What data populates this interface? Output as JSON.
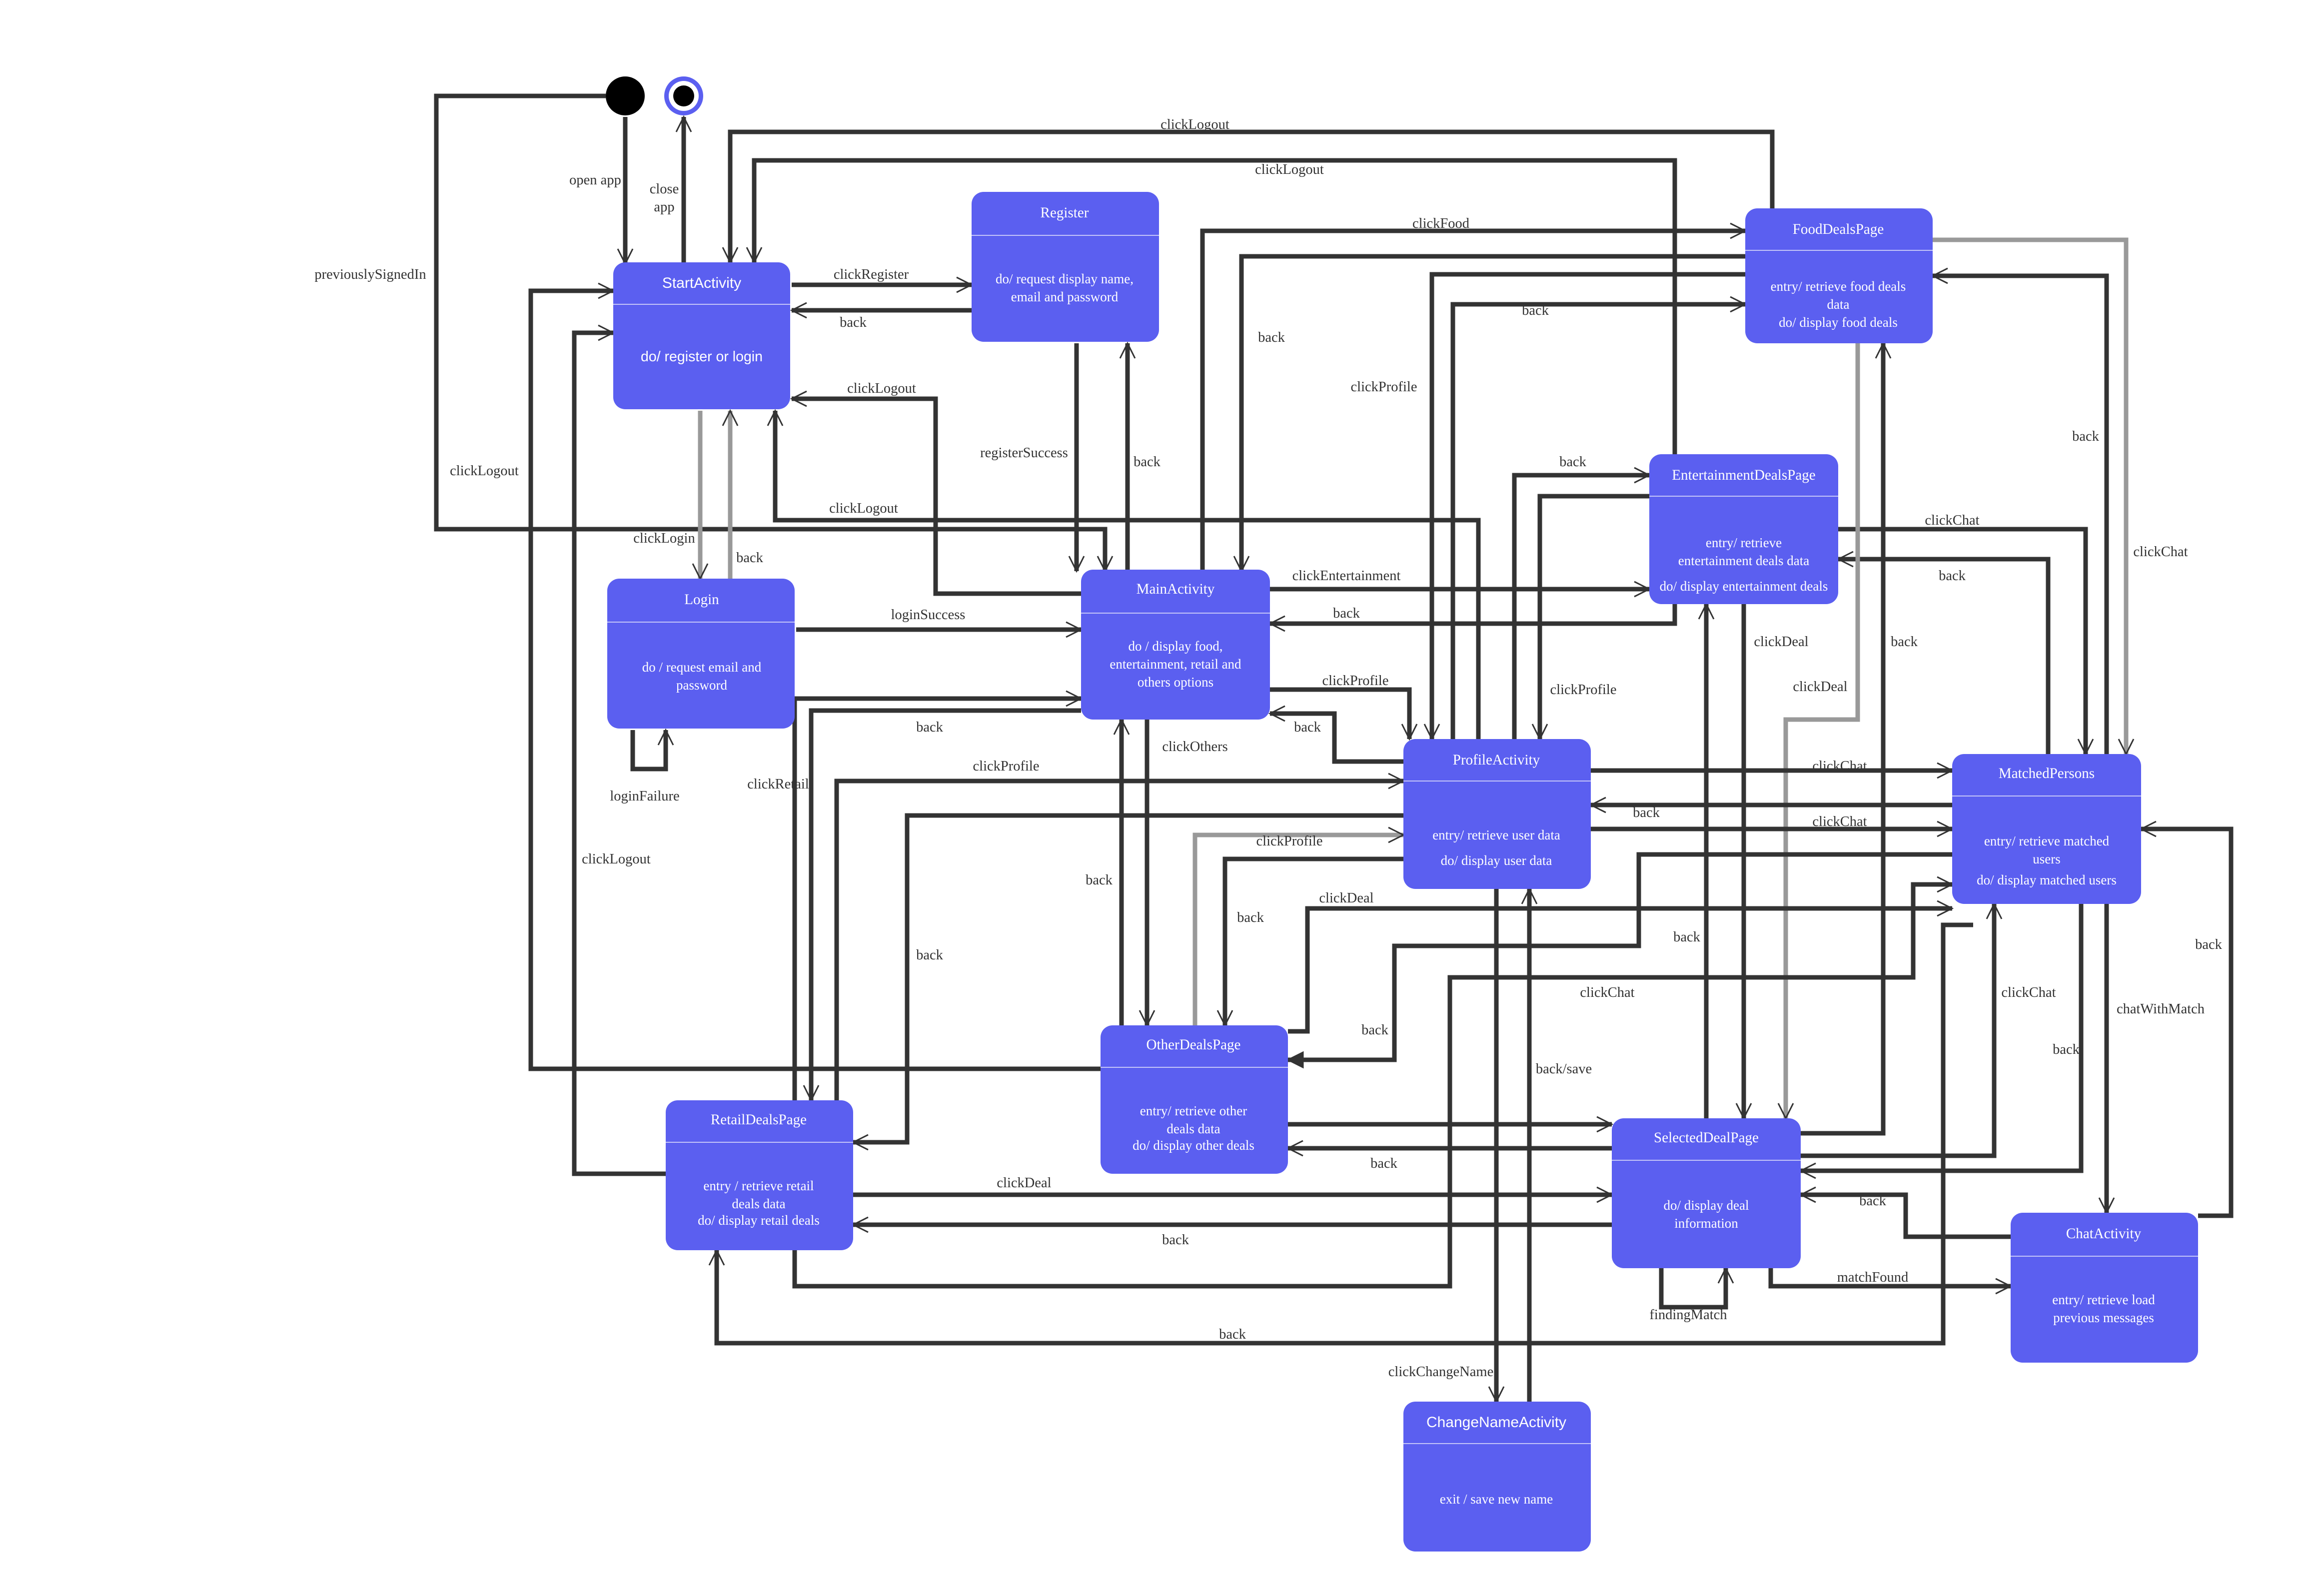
{
  "diagram": {
    "colors": {
      "state_fill": "#5b5ff0",
      "state_text": "#ffffff",
      "edge": "#333333",
      "edge_light": "#999999"
    },
    "pseudo_states": {
      "initial": "filled-circle",
      "final": "bullseye-circle"
    },
    "states": {
      "start": {
        "title": "StartActivity",
        "body": [
          "do/ register or login"
        ]
      },
      "register": {
        "title": "Register",
        "body": [
          "do/ request display name,",
          "email and password"
        ]
      },
      "login": {
        "title": "Login",
        "body": [
          "do / request email and",
          "password"
        ]
      },
      "main": {
        "title": "MainActivity",
        "body": [
          "do / display food,",
          "entertainment, retail and",
          "others options"
        ]
      },
      "food": {
        "title": "FoodDealsPage",
        "body": [
          "entry/  retrieve food deals",
          "data",
          "do/ display food deals"
        ]
      },
      "entertainment": {
        "title": "EntertainmentDealsPage",
        "body": [
          "entry/  retrieve",
          "entertainment deals data",
          "do/ display entertainment deals"
        ]
      },
      "profile": {
        "title": "ProfileActivity",
        "body": [
          "entry/ retrieve user data",
          "do/ display user data"
        ]
      },
      "matched": {
        "title": "MatchedPersons",
        "body": [
          "entry/  retrieve matched",
          "users",
          "do/ display matched users"
        ]
      },
      "other": {
        "title": "OtherDealsPage",
        "body": [
          "entry/  retrieve other",
          "deals data",
          "do/ display other deals"
        ]
      },
      "retail": {
        "title": "RetailDealsPage",
        "body": [
          "entry /  retrieve retail",
          "deals data",
          "do/ display retail deals"
        ]
      },
      "selected": {
        "title": "SelectedDealPage",
        "body": [
          "do/ display deal",
          "information"
        ]
      },
      "chat": {
        "title": "ChatActivity",
        "body": [
          "entry/  retrieve load",
          "previous messages"
        ]
      },
      "change_name": {
        "title": "ChangeNameActivity",
        "body": [
          "exit / save new name"
        ]
      }
    },
    "transition_labels": {
      "open_app": "open app",
      "close_app": [
        "close",
        "app"
      ],
      "previously_signed_in": "previouslySignedIn",
      "click_logout_top": "clickLogout",
      "click_logout_top2": "clickLogout",
      "click_register": "clickRegister",
      "register_back": "back",
      "click_food": "clickFood",
      "food_back_to_main": "back",
      "food_back": "back",
      "click_profile_food": "clickProfile",
      "click_logout_start": "clickLogout",
      "register_success": "registerSuccess",
      "register_back2": "back",
      "click_logout_left": "clickLogout",
      "click_logout_main": "clickLogout",
      "click_login": "clickLogin",
      "login_back": "back",
      "ent_back": "back",
      "click_chat_ent": "clickChat",
      "click_chat_food": "clickChat",
      "food_matched_back": "back",
      "click_entertainment": "clickEntertainment",
      "ent_main_back": "back",
      "matched_ent_back": "back",
      "login_success": "loginSuccess",
      "click_deal_ent": "clickDeal",
      "click_deal_food": "clickDeal",
      "food_sel_back": "back",
      "click_profile_main": "clickProfile",
      "click_profile_ent": "clickProfile",
      "profile_main_back": "back",
      "retail_main_back": "back",
      "click_others": "clickOthers",
      "click_retail": "clickRetail",
      "click_profile_retail": "clickProfile",
      "click_chat_profile": "clickChat",
      "matched_profile_back": "back",
      "click_chat_profile2": "clickChat",
      "login_failure": "loginFailure",
      "click_logout_retail": "clickLogout",
      "click_profile_other": "clickProfile",
      "other_main_back": "back",
      "other_profile_back": "back",
      "retail_back2": "back",
      "click_deal_other": "clickDeal",
      "sel_matched_back": "back",
      "click_chat_sel": "clickChat",
      "click_chat_matched": "clickChat",
      "chat_matched_back": "back",
      "chat_with_match": "chatWithMatch",
      "other_back_label": "back",
      "back_save": "back/save",
      "matched_back_side": "back",
      "sel_other_back": "back",
      "click_deal_retail": "clickDeal",
      "sel_retail_back": "back",
      "chat_sel_back": "back",
      "match_found": "matchFound",
      "finding_match": "findingMatch",
      "matched_retail_back": "back",
      "click_change_name": "clickChangeName"
    }
  }
}
